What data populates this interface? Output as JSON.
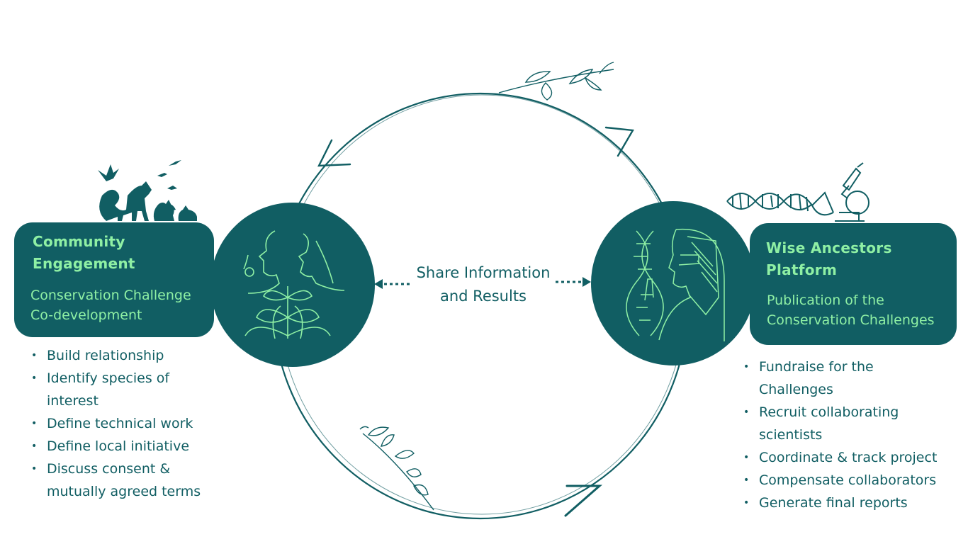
{
  "left_panel": {
    "title_line1": "Community",
    "title_line2": "Engagement",
    "subtitle_line1": "Conservation Challenge",
    "subtitle_line2": "Co-development",
    "bullets": [
      [
        "Build relationship"
      ],
      [
        "Identify species of",
        "interest"
      ],
      [
        "Define technical work"
      ],
      [
        "Define local initiative"
      ],
      [
        "Discuss consent &",
        "mutually agreed terms"
      ]
    ]
  },
  "center": {
    "line1": "Share Information",
    "line2": "and Results"
  },
  "right_panel": {
    "title_line1": "Wise Ancestors",
    "title_line2": "Platform",
    "subtitle_line1": "Publication of the",
    "subtitle_line2": "Conservation Challenges",
    "bullets": [
      [
        "Fundraise for the",
        "Challenges"
      ],
      [
        "Recruit collaborating",
        "scientists"
      ],
      [
        "Coordinate & track project"
      ],
      [
        "Compensate collaborators"
      ],
      [
        "Generate final reports"
      ]
    ]
  },
  "colors": {
    "primary": "#115e63",
    "accent": "#8ff0a4",
    "background": "#ffffff"
  },
  "icons": {
    "left_circle": "people-plant-icon",
    "right_circle": "scientist-dna-icon",
    "left_silhouette": "wildlife-silhouette-icon",
    "right_silhouette": "dna-microscope-icon",
    "top_decoration": "leaf-branch-icon",
    "bottom_decoration": "leaf-branch-icon"
  }
}
